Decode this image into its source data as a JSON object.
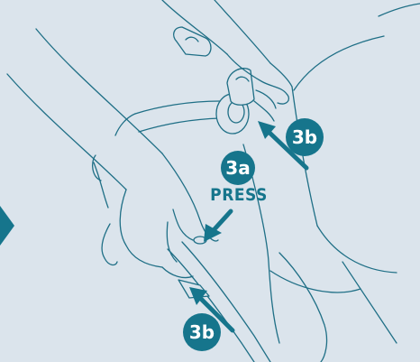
{
  "colors": {
    "background": "#dbe4ec",
    "line": "#1f6f86",
    "accent": "#16758c",
    "badge_text": "#ffffff"
  },
  "labels": {
    "step_3a": "3a",
    "press": "PRESS",
    "step_3b_top": "3b",
    "step_3b_bottom": "3b"
  },
  "icons": {
    "side_nav": "chevron-right-icon"
  }
}
